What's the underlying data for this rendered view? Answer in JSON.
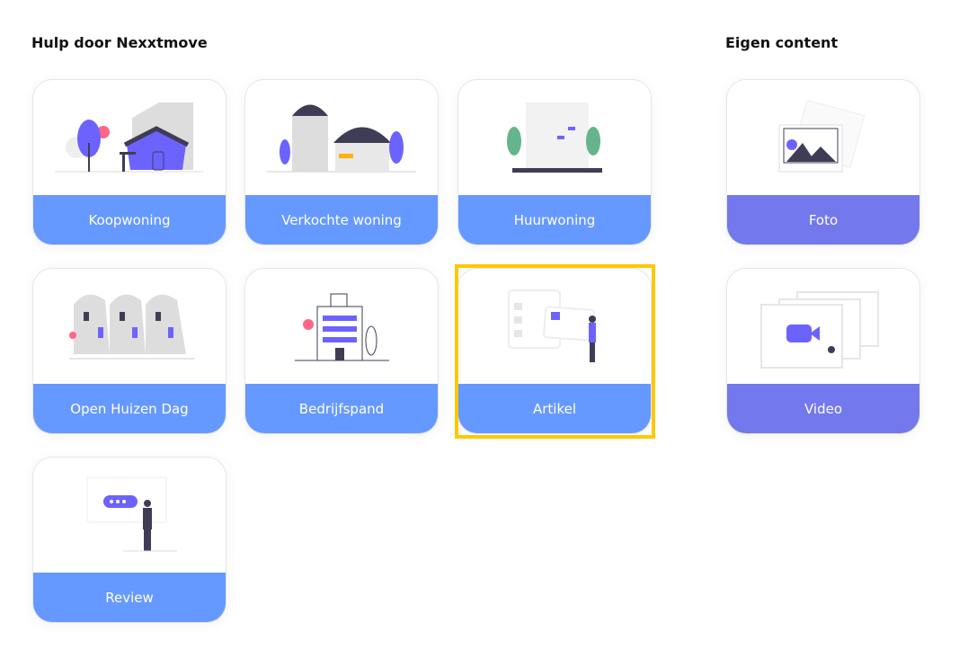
{
  "sections": {
    "help": {
      "title": "Hulp door Nexxtmove",
      "cards": [
        {
          "label": "Koopwoning",
          "icon": "house-illustration"
        },
        {
          "label": "Verkochte woning",
          "icon": "sold-house-illustration"
        },
        {
          "label": "Huurwoning",
          "icon": "rental-building-illustration"
        },
        {
          "label": "Open Huizen Dag",
          "icon": "open-house-illustration"
        },
        {
          "label": "Bedrijfspand",
          "icon": "office-building-illustration"
        },
        {
          "label": "Artikel",
          "icon": "article-illustration",
          "selected": true
        },
        {
          "label": "Review",
          "icon": "review-illustration"
        }
      ]
    },
    "own": {
      "title": "Eigen content",
      "cards": [
        {
          "label": "Foto",
          "icon": "photo-illustration"
        },
        {
          "label": "Video",
          "icon": "video-illustration"
        }
      ]
    }
  },
  "colors": {
    "help_band": "#6699ff",
    "own_band": "#7378ec",
    "selection": "#ffc800",
    "accent": "#6c63ff"
  }
}
